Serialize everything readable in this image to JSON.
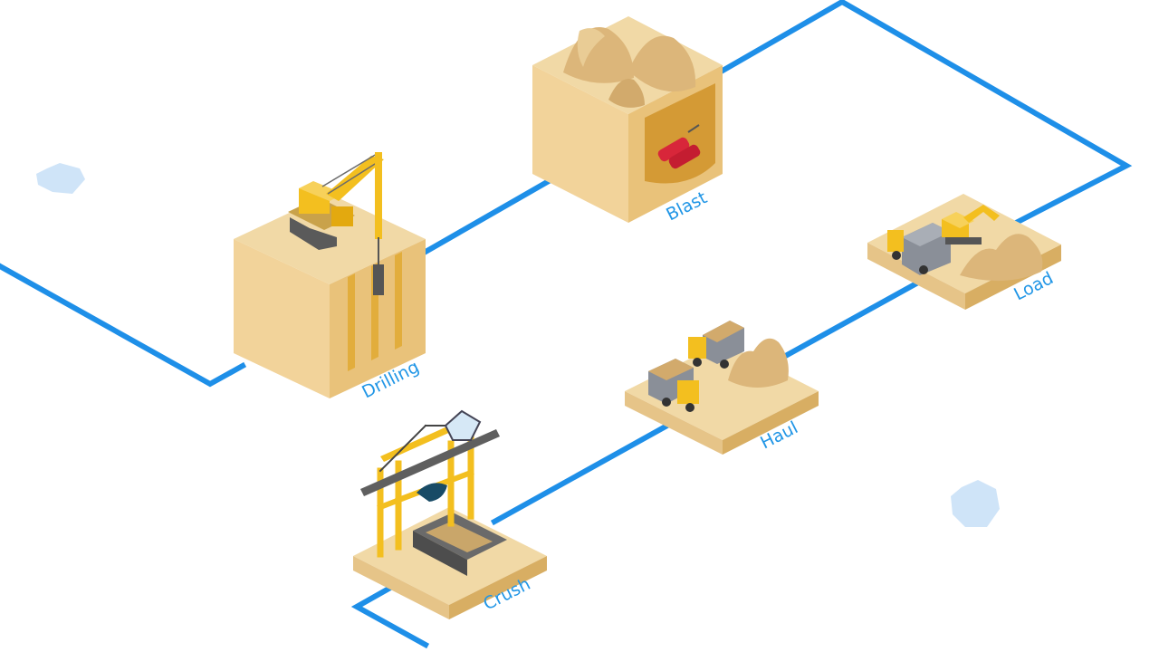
{
  "diagram": {
    "stages": [
      {
        "id": "drilling",
        "label": "Drilling"
      },
      {
        "id": "blast",
        "label": "Blast"
      },
      {
        "id": "load",
        "label": "Load"
      },
      {
        "id": "haul",
        "label": "Haul"
      },
      {
        "id": "crush",
        "label": "Crush"
      }
    ]
  },
  "colors": {
    "path": "#1e8fe8",
    "label": "#2196e6",
    "block_top": "#f1d9a6",
    "block_left": "#f2d39a",
    "block_right": "#e9c27a",
    "slot": "#e2ad3c",
    "machine": "#f3bf1f",
    "dynamite": "#d8263a",
    "hexagon": "#cfe4f8"
  }
}
